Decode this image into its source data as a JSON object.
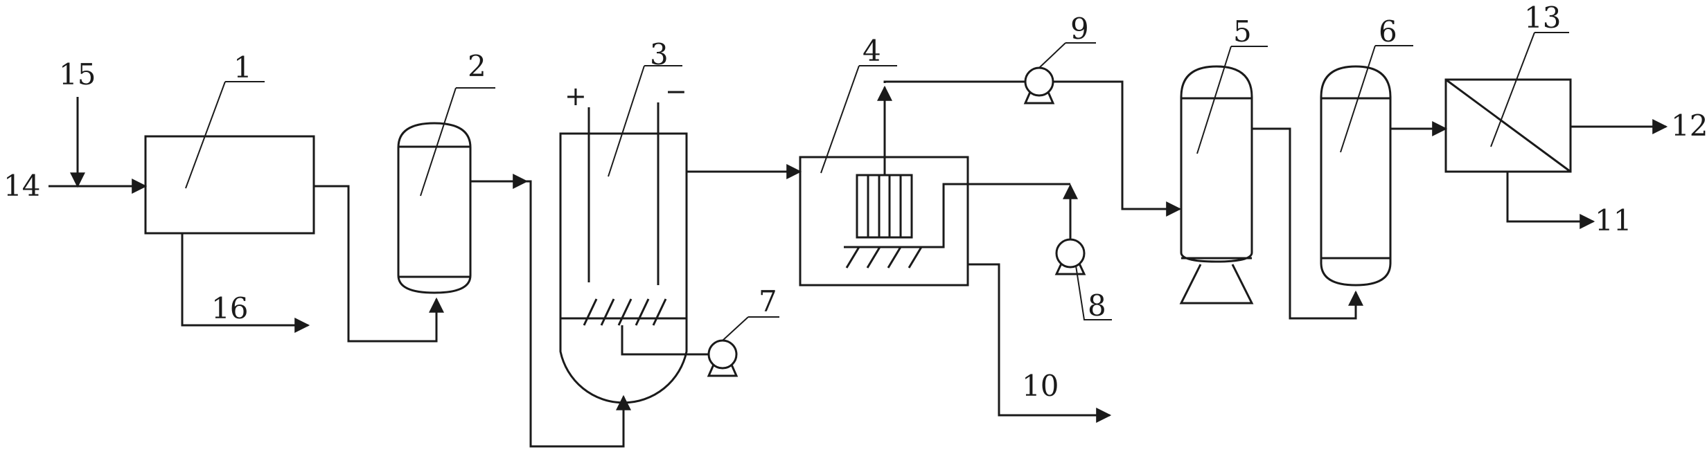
{
  "diagram": {
    "labels": {
      "n1": "1",
      "n2": "2",
      "n3": "3",
      "n4": "4",
      "n5": "5",
      "n6": "6",
      "n7": "7",
      "n8": "8",
      "n9": "9",
      "n10": "10",
      "n11": "11",
      "n12": "12",
      "n13": "13",
      "n14": "14",
      "n15": "15",
      "n16": "16"
    },
    "electrodes": {
      "anode": "+",
      "cathode": "−"
    },
    "colors": {
      "line": "#1a1a1a",
      "background": "#ffffff"
    }
  }
}
